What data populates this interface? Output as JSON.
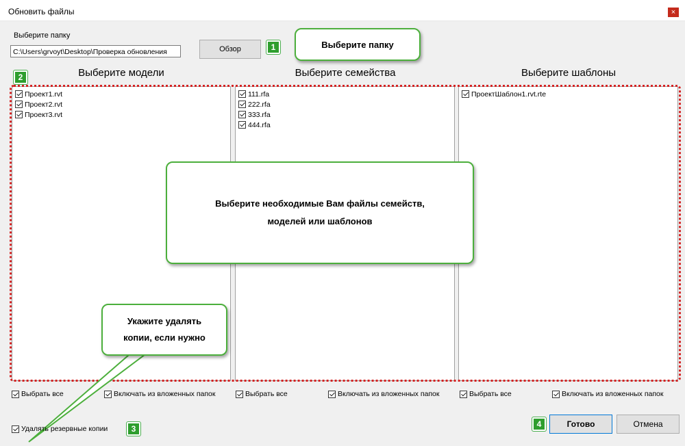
{
  "window": {
    "title": "Обновить файлы",
    "close_glyph": "×"
  },
  "folder": {
    "label": "Выберите папку",
    "path": "C:\\Users\\grvoyt\\Desktop\\Проверка обновления",
    "browse_label": "Обзор"
  },
  "badges": {
    "b1": "1",
    "b2": "2",
    "b3": "3",
    "b4": "4"
  },
  "callouts": {
    "folder": "Выберите папку",
    "files_line1": "Выберите необходимые Вам файлы семейств,",
    "files_line2": "моделей или шаблонов",
    "backup_line1": "Укажите удалять",
    "backup_line2": "копии, если нужно"
  },
  "columns": {
    "models": {
      "header": "Выберите модели",
      "items": [
        "Проект1.rvt",
        "Проект2.rvt",
        "Проект3.rvt"
      ]
    },
    "families": {
      "header": "Выберите семейства",
      "items": [
        "111.rfa",
        "222.rfa",
        "333.rfa",
        "444.rfa"
      ]
    },
    "templates": {
      "header": "Выберите шаблоны",
      "items": [
        "ПроектШаблон1.rvt.rte"
      ]
    }
  },
  "options": {
    "select_all": "Выбрать все",
    "include_nested": "Включать из вложенных папок",
    "delete_backups": "Удалять резервные копии"
  },
  "buttons": {
    "done": "Готово",
    "cancel": "Отмена"
  },
  "colors": {
    "badge": "#2e9e2e",
    "callout_border": "#4caf3c",
    "selection_outline": "#d42222",
    "close": "#c42b1c"
  }
}
